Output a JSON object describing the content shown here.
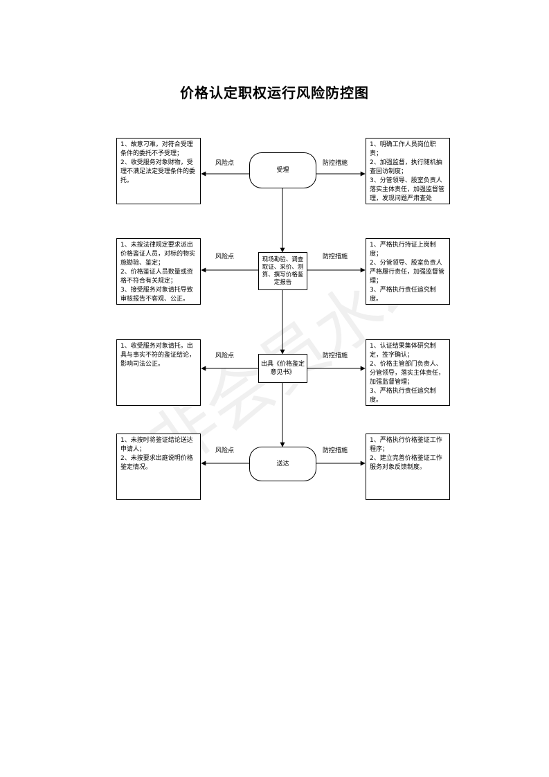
{
  "title": "价格认定职权运行风险防控图",
  "watermark": "非会员水印",
  "labels": {
    "risk": "风险点",
    "control": "防控措施"
  },
  "steps": [
    {
      "node": "受理",
      "risk": [
        "1、故意刁难，对符合受理条件的委托不予受理；",
        "2、收受服务对象财物，受理不满足法定受理条件的委托。"
      ],
      "control": [
        "1、明确工作人员岗位职责；",
        "2、加强监督，执行随机抽查回访制度；",
        "3、分管领导、股室负责人落实主体责任，加强监督管理，发现问题严肃查处"
      ]
    },
    {
      "node": "现场勘验、调查取证、采价、测算、撰写价格鉴定报告",
      "risk": [
        "1、未按法律规定要求派出价格鉴证人员，对标的物实施勘验、鉴定；",
        "2、价格鉴证人员数量或资格不符合有关规定；",
        "3、接受服务对象请托导致审核报告不客观、公正。"
      ],
      "control": [
        "1、严格执行持证上岗制度；",
        "2、分管领导、股室负责人严格履行责任，加强监督管理；",
        "3、严格执行责任追究制度。"
      ]
    },
    {
      "node": "出具《价格鉴定意见书》",
      "risk": [
        "1、收受服务对象请托，出具与事实不符的鉴证结论，影响司法公正。"
      ],
      "control": [
        "1、认证结果集体研究制定，签字确认；",
        "2、价格主管部门负责人、分管领导，落实主体责任，加强监督管理；",
        "3、严格执行责任追究制度。"
      ]
    },
    {
      "node": "送达",
      "risk": [
        "1、未按时将鉴证结论送达申请人；",
        "2、未按要求出庭说明价格鉴定情况。"
      ],
      "control": [
        "1、严格执行价格鉴证工作程序；",
        "2、建立完善价格鉴证工作服务对象反馈制度。"
      ]
    }
  ]
}
